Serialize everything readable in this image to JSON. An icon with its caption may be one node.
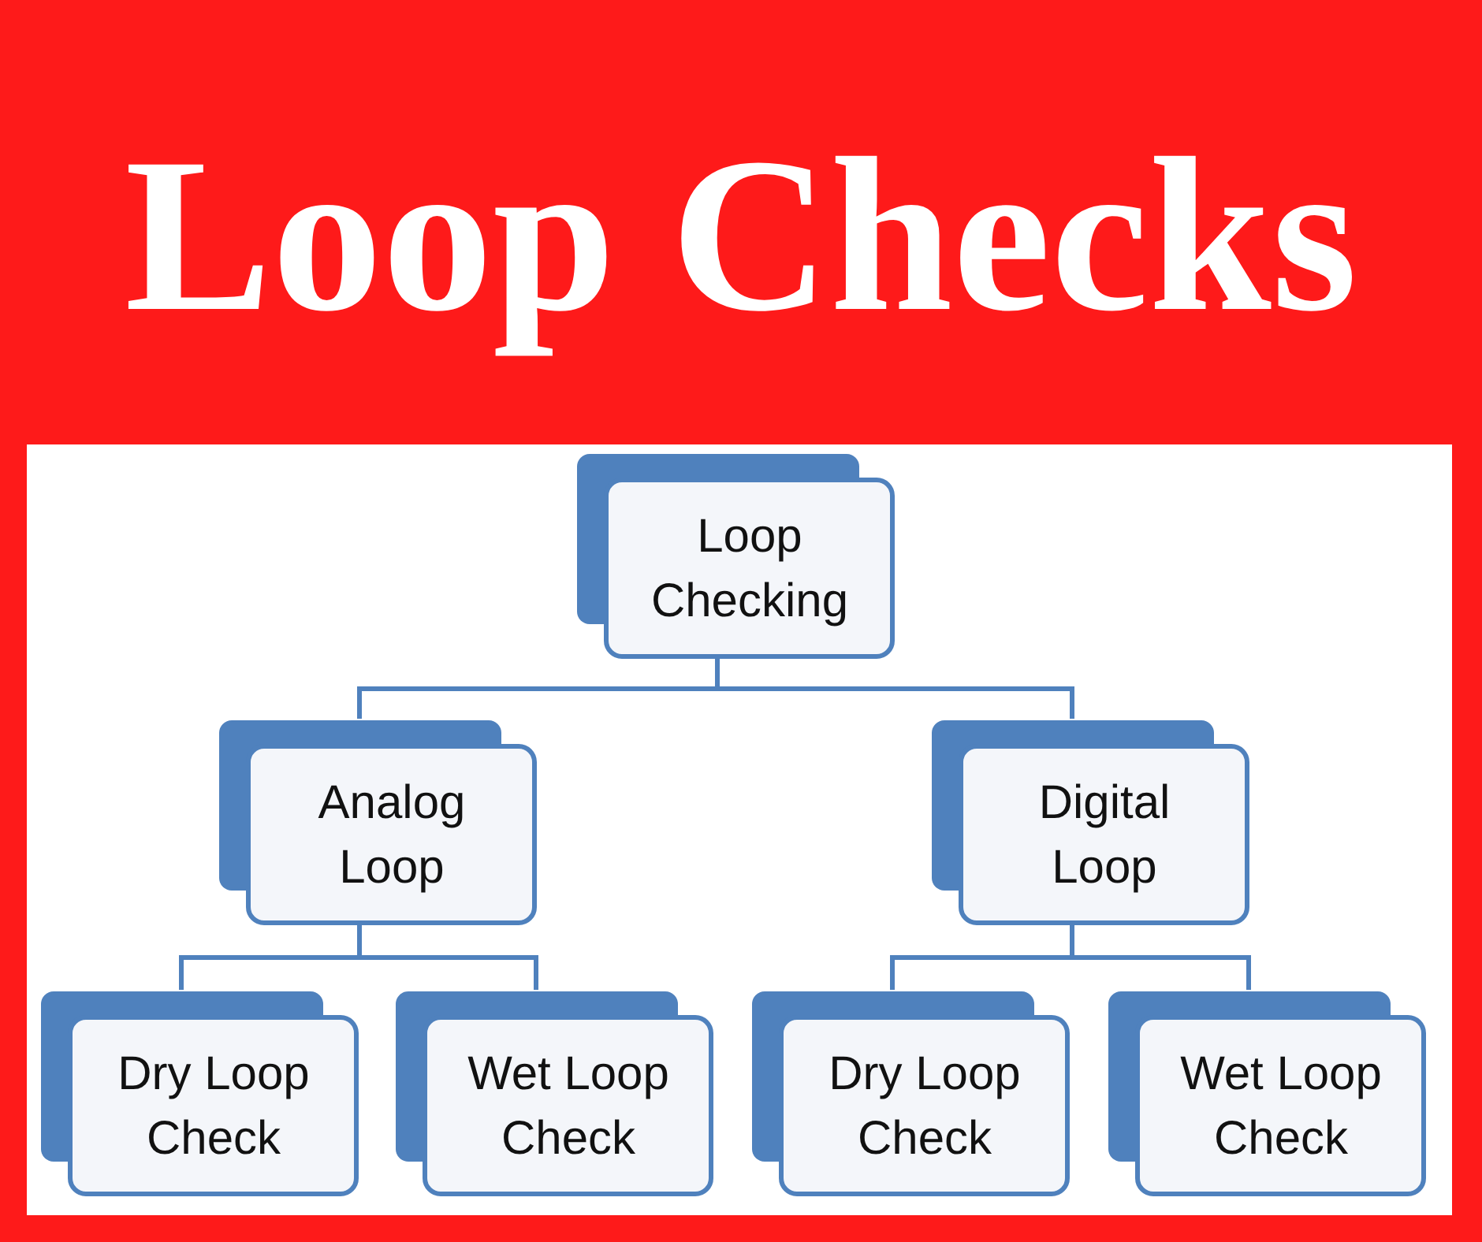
{
  "diagram": {
    "title": "Loop Checks",
    "nodes": [
      {
        "text": [
          "Loop Checking"
        ]
      },
      {
        "text": [
          "Analog Loop"
        ]
      },
      {
        "text": [
          "Digital Loop"
        ]
      },
      {
        "text": [
          "Dry Loop Check"
        ]
      },
      {
        "text": [
          "Wet Loop Check"
        ]
      },
      {
        "text": [
          "Dry Loop Check"
        ]
      },
      {
        "text": [
          "Wet Loop Check"
        ]
      }
    ],
    "edges": [
      {
        "from": 0,
        "to": 1,
        "arrow": "none"
      },
      {
        "from": 0,
        "to": 2,
        "arrow": "none"
      },
      {
        "from": 1,
        "to": 3,
        "arrow": "none"
      },
      {
        "from": 1,
        "to": 4,
        "arrow": "none"
      },
      {
        "from": 2,
        "to": 5,
        "arrow": "none"
      },
      {
        "from": 2,
        "to": 6,
        "arrow": "none"
      }
    ]
  }
}
